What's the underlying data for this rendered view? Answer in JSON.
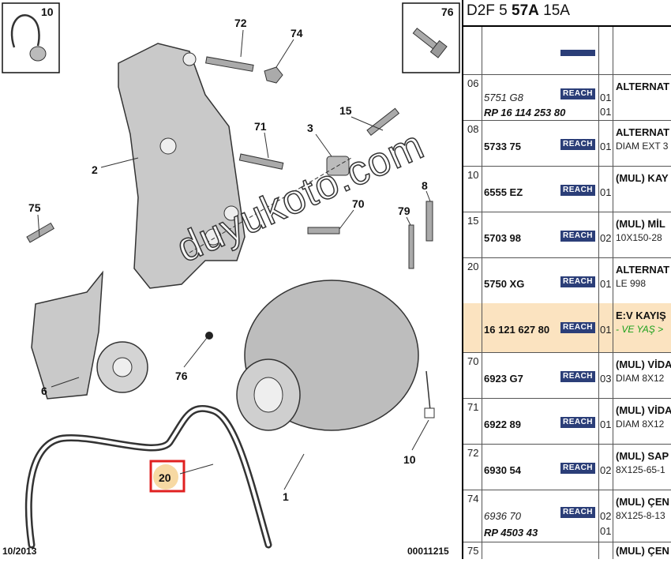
{
  "diagram": {
    "labels": {
      "l1": "1",
      "l2": "2",
      "l3": "3",
      "l6": "6",
      "l8": "8",
      "l10a": "10",
      "l10b": "10",
      "l15": "15",
      "l20": "20",
      "l70": "70",
      "l71": "71",
      "l72": "72",
      "l74": "74",
      "l75": "75",
      "l76a": "76",
      "l76b": "76",
      "l79": "79"
    },
    "footer_left": "10/2013",
    "footer_right": "00011215",
    "watermark": "duyukoto.com",
    "highlight_color": "#e02020"
  },
  "parts_table": {
    "header": {
      "a": "D2F 5 ",
      "b": "57A",
      "c": " 15A"
    },
    "reach_label": "REACH",
    "rows": [
      {
        "pos": "06",
        "ref": "5751 G8",
        "ref_italic": true,
        "qty": "01",
        "alt_ref": "RP 16 114 253 80",
        "alt_qty": "01",
        "desc1": "ALTERNAT",
        "desc2": ""
      },
      {
        "pos": "08",
        "ref": "5733 75",
        "qty": "01",
        "desc1": "ALTERNAT",
        "desc2": "DIAM EXT 3"
      },
      {
        "pos": "10",
        "ref": "6555 EZ",
        "qty": "01",
        "desc1": "(MUL) KAY",
        "desc2": ""
      },
      {
        "pos": "15",
        "ref": "5703 98",
        "qty": "02",
        "desc1": "(MUL) MİL",
        "desc2": "10X150-28"
      },
      {
        "pos": "20",
        "ref": "5750 XG",
        "qty": "01",
        "desc1": "ALTERNAT",
        "desc2": "LE 998"
      },
      {
        "pos": "",
        "ref": "16 121 627 80",
        "qty": "01",
        "desc1": "E:V KAYIŞ",
        "desc2": "- VE YAŞ >",
        "highlight": true
      },
      {
        "pos": "70",
        "ref": "6923 G7",
        "qty": "03",
        "desc1": "(MUL) VİDA",
        "desc2": "DIAM 8X12"
      },
      {
        "pos": "71",
        "ref": "6922 89",
        "qty": "01",
        "desc1": "(MUL) VİDA",
        "desc2": "DIAM 8X12"
      },
      {
        "pos": "72",
        "ref": "6930 54",
        "qty": "02",
        "desc1": "(MUL) SAP",
        "desc2": "8X125-65-1"
      },
      {
        "pos": "74",
        "ref": "6936 70",
        "ref_italic": true,
        "qty": "02",
        "alt_ref": "RP 4503 43",
        "alt_qty": "01",
        "desc1": "(MUL) ÇEN",
        "desc2": "8X125-8-13"
      },
      {
        "pos": "75",
        "ref": "",
        "qty": "",
        "desc1": "(MUL) ÇEN",
        "desc2": ""
      }
    ]
  }
}
